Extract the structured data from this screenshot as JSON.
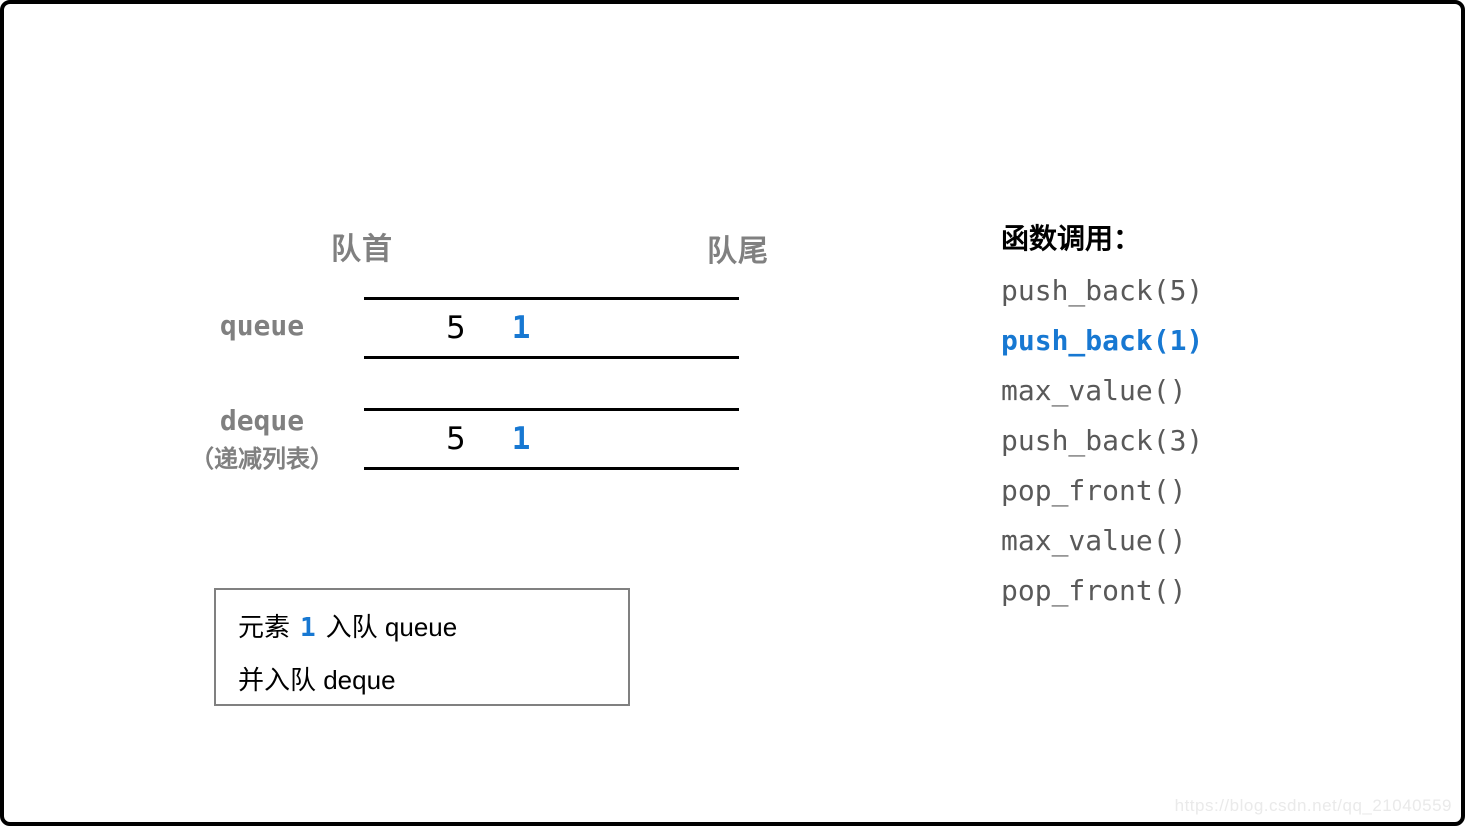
{
  "colors": {
    "accent_blue": "#1778d2",
    "label_gray": "#808080",
    "code_gray": "#595959",
    "line_black": "#000000",
    "watermark_gray": "#eaeaea"
  },
  "diagram": {
    "front_label": "队首",
    "rear_label": "队尾",
    "queues": [
      {
        "name": "queue",
        "label_lines": [
          "queue"
        ],
        "values": [
          {
            "text": "5",
            "highlight": false
          },
          {
            "text": "1",
            "highlight": true
          }
        ]
      },
      {
        "name": "deque",
        "label_lines": [
          "deque",
          "（递减列表）"
        ],
        "values": [
          {
            "text": "5",
            "highlight": false
          },
          {
            "text": "1",
            "highlight": true
          }
        ]
      }
    ]
  },
  "note_box": {
    "line1_segments": [
      {
        "text": "元素",
        "highlight": false
      },
      {
        "text": "1",
        "highlight": true
      },
      {
        "text": "入队 queue",
        "highlight": false
      }
    ],
    "line2": "并入队 deque"
  },
  "function_calls": {
    "title": "函数调用：",
    "items": [
      {
        "label": "push_back(5)",
        "active": false
      },
      {
        "label": "push_back(1)",
        "active": true
      },
      {
        "label": "max_value()",
        "active": false
      },
      {
        "label": "push_back(3)",
        "active": false
      },
      {
        "label": "pop_front()",
        "active": false
      },
      {
        "label": "max_value()",
        "active": false
      },
      {
        "label": "pop_front()",
        "active": false
      }
    ]
  },
  "watermark": "https://blog.csdn.net/qq_21040559"
}
